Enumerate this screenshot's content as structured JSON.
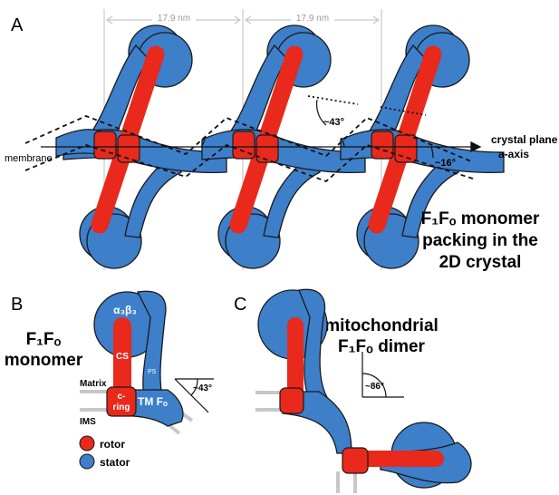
{
  "panel_a": {
    "label": "A",
    "spacing_1": "17.9 nm",
    "spacing_2": "17.9 nm",
    "membrane": "membrane",
    "crystal_plane_1": "crystal plane",
    "crystal_plane_2": "a-axis",
    "angle_1": "~43°",
    "angle_2": "~16°",
    "caption_1": "F₁Fₒ monomer",
    "caption_2": "packing in the",
    "caption_3": "2D crystal"
  },
  "panel_b": {
    "label": "B",
    "title_1": "F₁Fₒ",
    "title_2": "monomer",
    "a3b3": "α₃β₃",
    "cs": "CS",
    "ps": "PS",
    "c_ring_1": "c-",
    "c_ring_2": "ring",
    "tm_fo": "TM Fₒ",
    "matrix": "Matrix",
    "ims": "IMS",
    "angle": "~43°",
    "legend_rotor": "rotor",
    "legend_stator": "stator"
  },
  "panel_c": {
    "label": "C",
    "title_1": "mitochondrial",
    "title_2": "F₁Fₒ dimer",
    "angle": "~86°"
  },
  "colors": {
    "stator": "#3d7fc9",
    "rotor": "#e8291c",
    "outline": "#1a1a1a",
    "guide": "#c7c7c7"
  }
}
